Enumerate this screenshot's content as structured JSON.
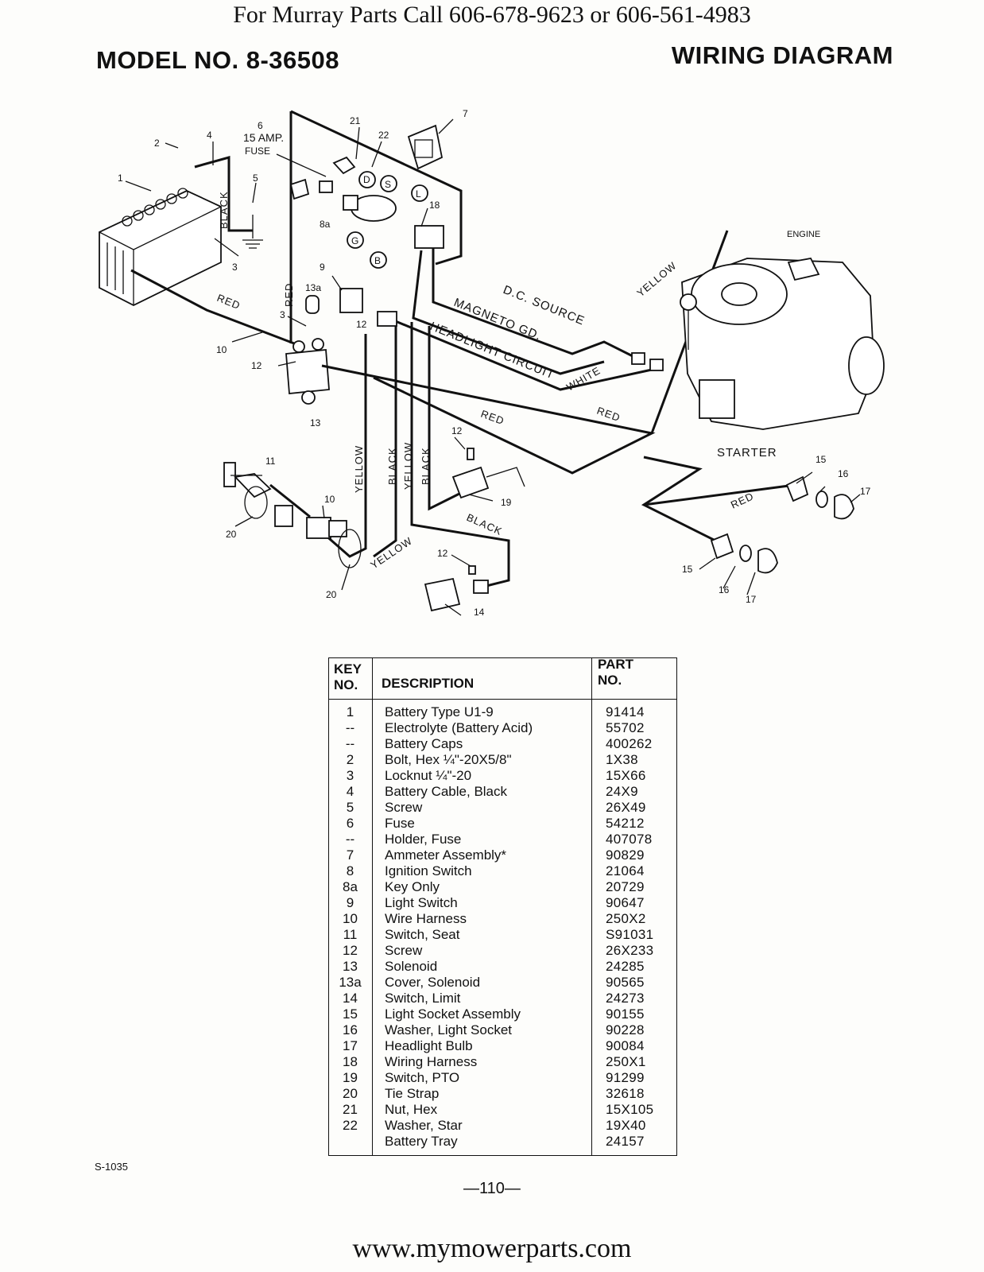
{
  "header": {
    "banner": "For Murray Parts Call 606-678-9623 or 606-561-4983",
    "model": "MODEL NO. 8-36508",
    "title": "WIRING DIAGRAM"
  },
  "diagram": {
    "callouts": {
      "c1": "1",
      "c2": "2",
      "c3a": "3",
      "c3b": "3",
      "c4": "4",
      "c5": "5",
      "c6": "6",
      "c7": "7",
      "c8a": "8a",
      "c9": "9",
      "c10a": "10",
      "c10b": "10",
      "c11": "11",
      "c12a": "12",
      "c12b": "12",
      "c12c": "12",
      "c12d": "12",
      "c13": "13",
      "c13a": "13a",
      "c14": "14",
      "c15a": "15",
      "c15b": "15",
      "c16a": "16",
      "c16b": "16",
      "c17a": "17",
      "c17b": "17",
      "c18": "18",
      "c19": "19",
      "c20a": "20",
      "c20b": "20",
      "c21": "21",
      "c22": "22"
    },
    "fuse_rating": "15 AMP.",
    "fuse_label": "FUSE",
    "switch_terminals": {
      "d": "D",
      "s": "S",
      "l": "L",
      "g": "G",
      "b": "B"
    },
    "wire_labels": {
      "black_battery": "BLACK",
      "red_battery": "RED",
      "red_vertical": "RED",
      "dc_source": "D.C. SOURCE",
      "magneto_gd": "MAGNETO GD.",
      "headlight_circuit": "HEADLIGHT CIRCUIT",
      "yellow_top": "YELLOW",
      "white": "WHITE",
      "red_mid": "RED",
      "red_right": "RED",
      "red_lights": "RED",
      "yellow_v1": "YELLOW",
      "black_v": "BLACK",
      "yellow_v2": "YELLOW",
      "black_v2": "BLACK",
      "black_pto": "BLACK",
      "yellow_bottom": "YELLOW"
    },
    "engine_label": "ENGINE",
    "starter_label": "STARTER"
  },
  "parts_table": {
    "headers": {
      "key_line1": "KEY",
      "key_line2": "NO.",
      "description": "DESCRIPTION",
      "part_line1": "PART",
      "part_line2": "NO."
    },
    "rows": [
      {
        "key": "1",
        "description": "Battery Type U1-9",
        "part": "91414"
      },
      {
        "key": "--",
        "description": "Electrolyte (Battery Acid)",
        "part": "55702"
      },
      {
        "key": "--",
        "description": "Battery Caps",
        "part": "400262"
      },
      {
        "key": "2",
        "description": "Bolt, Hex ¼\"-20X5/8\"",
        "part": "1X38"
      },
      {
        "key": "3",
        "description": "Locknut ¼\"-20",
        "part": "15X66"
      },
      {
        "key": "4",
        "description": "Battery Cable, Black",
        "part": "24X9"
      },
      {
        "key": "5",
        "description": "Screw",
        "part": "26X49"
      },
      {
        "key": "6",
        "description": "Fuse",
        "part": "54212"
      },
      {
        "key": "--",
        "description": "Holder, Fuse",
        "part": "407078"
      },
      {
        "key": "7",
        "description": "Ammeter Assembly*",
        "part": "90829"
      },
      {
        "key": "8",
        "description": "Ignition Switch",
        "part": "21064"
      },
      {
        "key": "8a",
        "description": "Key Only",
        "part": "20729"
      },
      {
        "key": "9",
        "description": "Light Switch",
        "part": "90647"
      },
      {
        "key": "10",
        "description": "Wire Harness",
        "part": "250X2"
      },
      {
        "key": "11",
        "description": "Switch, Seat",
        "part": "S91031"
      },
      {
        "key": "12",
        "description": "Screw",
        "part": "26X233"
      },
      {
        "key": "13",
        "description": "Solenoid",
        "part": "24285"
      },
      {
        "key": "13a",
        "description": "Cover, Solenoid",
        "part": "90565"
      },
      {
        "key": "14",
        "description": "Switch, Limit",
        "part": "24273"
      },
      {
        "key": "15",
        "description": "Light Socket Assembly",
        "part": "90155"
      },
      {
        "key": "16",
        "description": "Washer, Light Socket",
        "part": "90228"
      },
      {
        "key": "17",
        "description": "Headlight Bulb",
        "part": "90084"
      },
      {
        "key": "18",
        "description": "Wiring Harness",
        "part": "250X1"
      },
      {
        "key": "19",
        "description": "Switch, PTO",
        "part": "91299"
      },
      {
        "key": "20",
        "description": "Tie Strap",
        "part": "32618"
      },
      {
        "key": "21",
        "description": "Nut, Hex",
        "part": "15X105"
      },
      {
        "key": "22",
        "description": "Washer, Star",
        "part": "19X40"
      },
      {
        "key": "",
        "description": "Battery Tray",
        "part": "24157"
      }
    ]
  },
  "footer": {
    "form_code": "S-1035",
    "page_number": "—110—",
    "url": "www.mymowerparts.com"
  }
}
